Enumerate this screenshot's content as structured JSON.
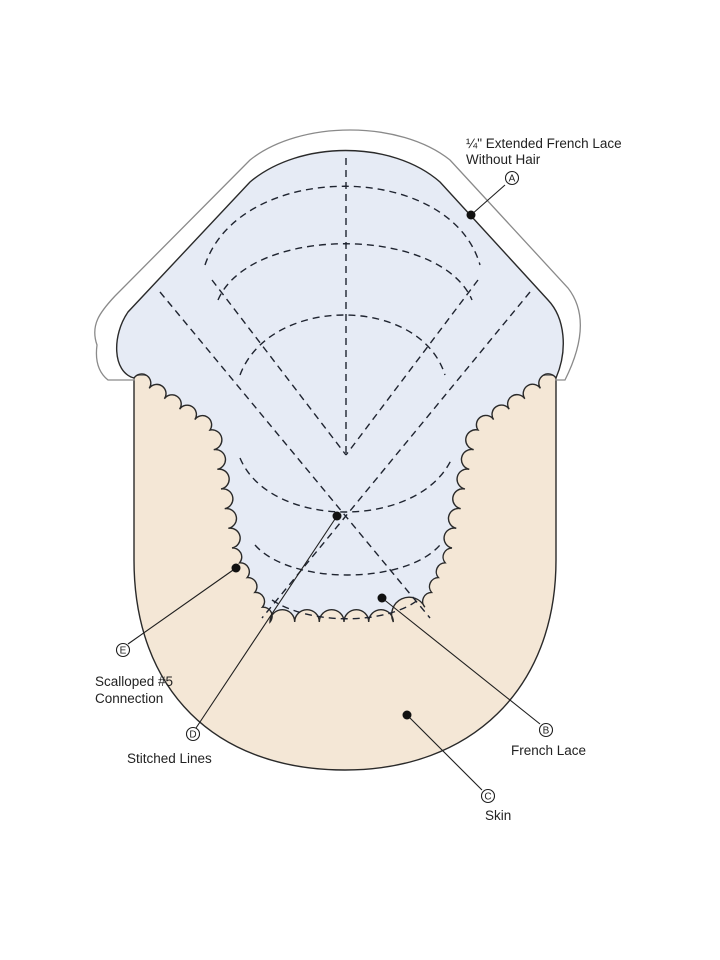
{
  "diagram": {
    "colors": {
      "skin": "#f4e7d6",
      "lace": "#e6ebf5",
      "outline": "#2a2a2a",
      "extended_outline": "#8a8a8a"
    },
    "callouts": [
      {
        "letter": "A",
        "label_lines": [
          "¼\" Extended French Lace",
          "Without Hair"
        ]
      },
      {
        "letter": "B",
        "label_lines": [
          "French Lace"
        ]
      },
      {
        "letter": "C",
        "label_lines": [
          "Skin"
        ]
      },
      {
        "letter": "D",
        "label_lines": [
          "Stitched Lines"
        ]
      },
      {
        "letter": "E",
        "label_lines": [
          "Scalloped #5",
          "Connection"
        ]
      }
    ]
  }
}
